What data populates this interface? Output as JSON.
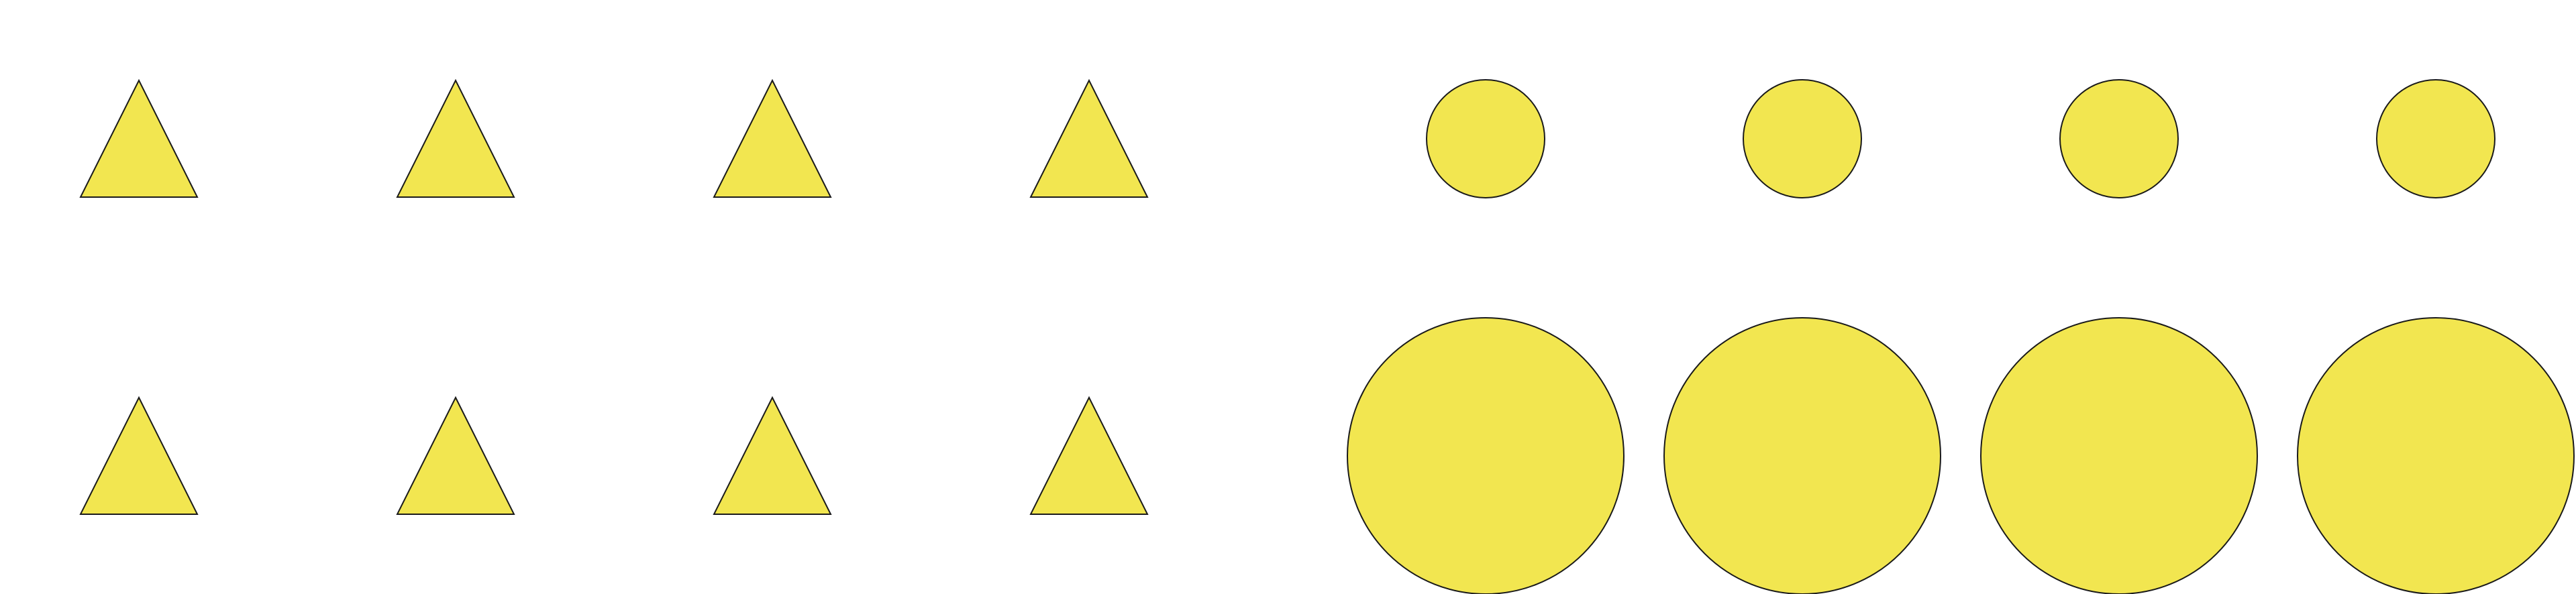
{
  "shapes": {
    "fill_color": "#f2e650",
    "stroke_color": "#1a1a1a",
    "rows": [
      {
        "name": "top-row",
        "items": [
          {
            "shape": "triangle",
            "size": "small"
          },
          {
            "shape": "triangle",
            "size": "small"
          },
          {
            "shape": "triangle",
            "size": "small"
          },
          {
            "shape": "triangle",
            "size": "small"
          },
          {
            "shape": "circle",
            "size": "small"
          },
          {
            "shape": "circle",
            "size": "small"
          },
          {
            "shape": "circle",
            "size": "small"
          },
          {
            "shape": "circle",
            "size": "small"
          }
        ]
      },
      {
        "name": "bottom-row",
        "items": [
          {
            "shape": "triangle",
            "size": "small"
          },
          {
            "shape": "triangle",
            "size": "small"
          },
          {
            "shape": "triangle",
            "size": "small"
          },
          {
            "shape": "triangle",
            "size": "small"
          },
          {
            "shape": "circle",
            "size": "large"
          },
          {
            "shape": "circle",
            "size": "large"
          },
          {
            "shape": "circle",
            "size": "large"
          },
          {
            "shape": "circle",
            "size": "large"
          }
        ]
      }
    ]
  }
}
